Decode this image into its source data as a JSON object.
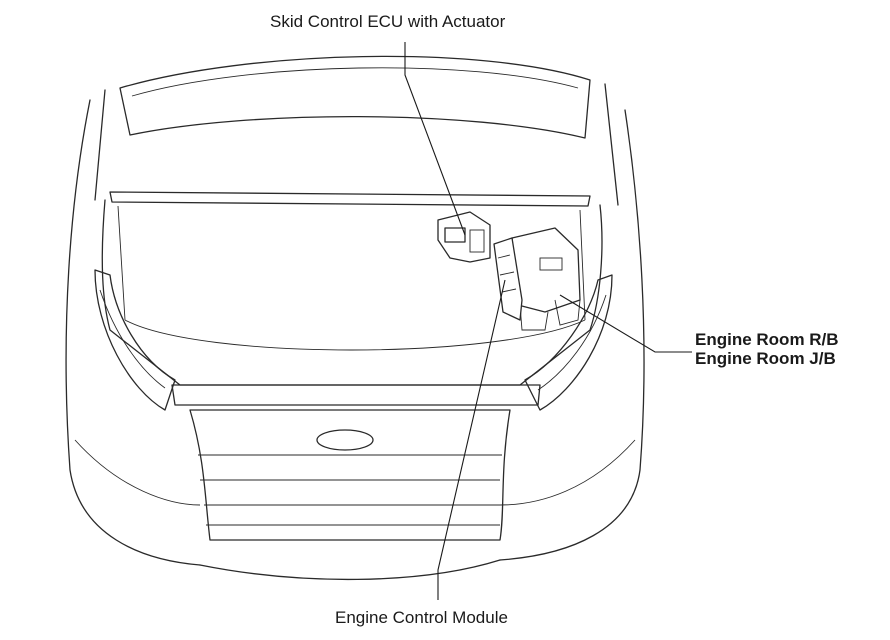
{
  "labels": {
    "skid_control": "Skid Control ECU with Actuator",
    "engine_control_module": "Engine Control Module",
    "engine_room_rb": "Engine Room R/B",
    "engine_room_jb": "Engine Room J/B"
  }
}
